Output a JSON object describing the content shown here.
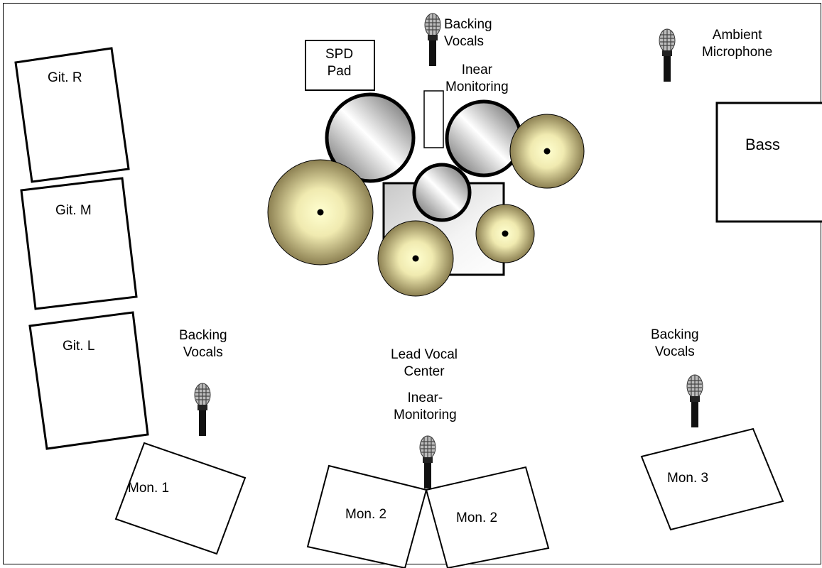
{
  "labels": {
    "backing_top_1": "Backing",
    "backing_top_2": "Vocals",
    "ambient_1": "Ambient",
    "ambient_2": "Microphone",
    "spd_1": "SPD",
    "spd_2": "Pad",
    "inear_top_1": "Inear",
    "inear_top_2": "Monitoring",
    "bass": "Bass",
    "git_r": "Git. R",
    "git_m": "Git. M",
    "git_l": "Git. L",
    "backing_left_1": "Backing",
    "backing_left_2": "Vocals",
    "lead_1": "Lead Vocal",
    "lead_2": "Center",
    "lead_3": "Inear-",
    "lead_4": "Monitoring",
    "backing_right_1": "Backing",
    "backing_right_2": "Vocals",
    "mon1": "Mon. 1",
    "mon2a": "Mon. 2",
    "mon2b": "Mon. 2",
    "mon3": "Mon. 3"
  },
  "colors": {
    "cymbal_center": "#ffffcc",
    "cymbal_edge": "#8c8052",
    "drum_light": "#ffffff",
    "drum_dark": "#555555"
  },
  "icons": {
    "microphone": "microphone-icon"
  }
}
